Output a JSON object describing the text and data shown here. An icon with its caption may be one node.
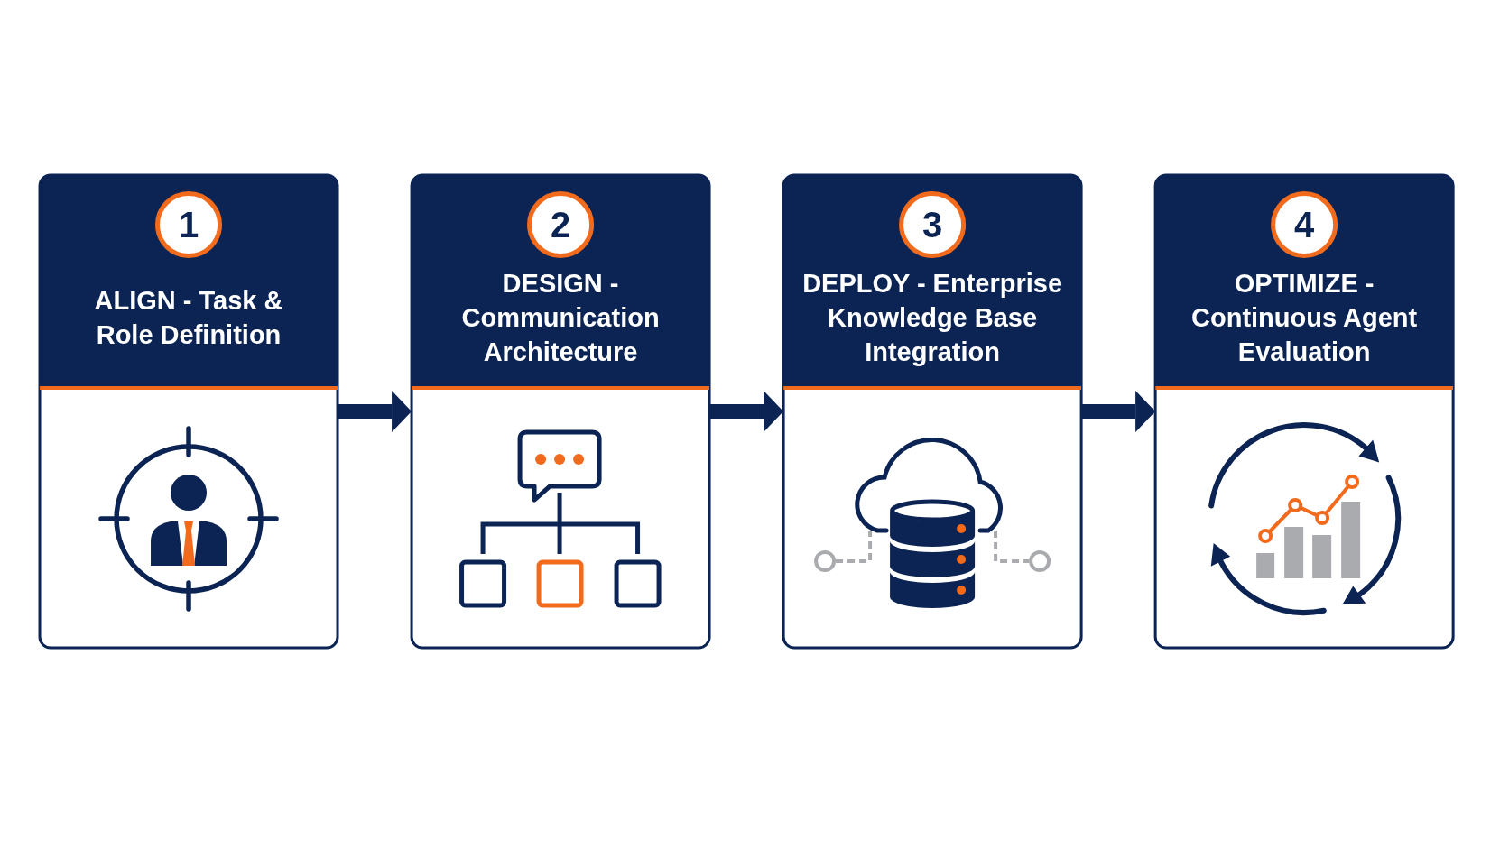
{
  "diagram": {
    "nodes": [
      {
        "text": [
          "1",
          "ALIGN - Task & Role Definition"
        ]
      },
      {
        "text": [
          "2",
          "DESIGN - Communication Architecture"
        ]
      },
      {
        "text": [
          "3",
          "DEPLOY - Enterprise Knowledge Base Integration"
        ]
      },
      {
        "text": [
          "4",
          "OPTIMIZE - Continuous Agent Evaluation"
        ]
      }
    ],
    "edges": [
      {
        "from": 0,
        "to": 1,
        "arrow": "to"
      },
      {
        "from": 1,
        "to": 2,
        "arrow": "to"
      },
      {
        "from": 2,
        "to": 3,
        "arrow": "to"
      }
    ]
  }
}
